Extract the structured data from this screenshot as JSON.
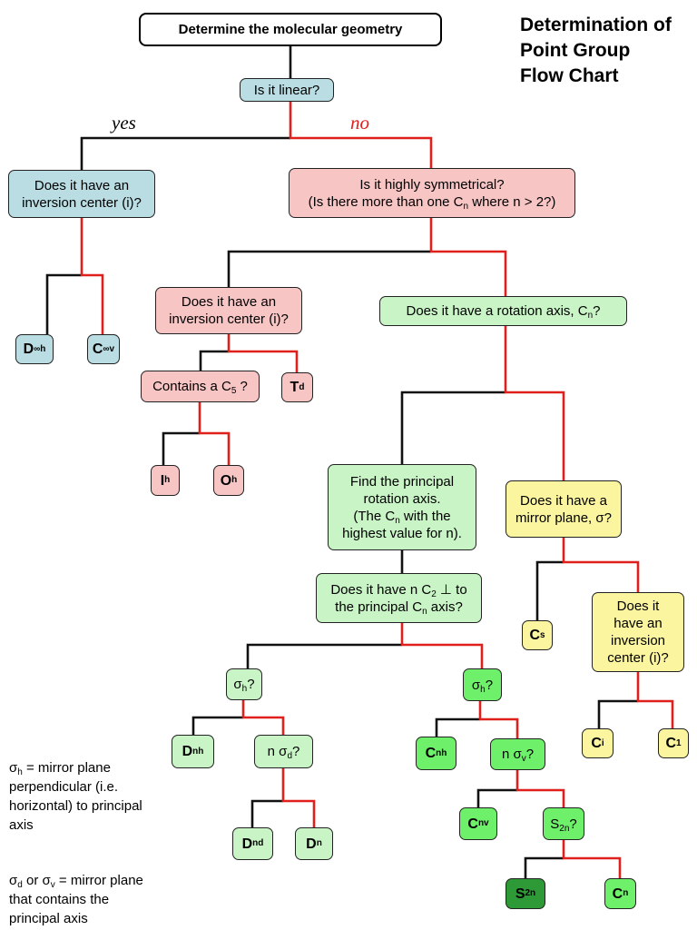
{
  "title": {
    "line1": "Determination of",
    "line2": "Point Group",
    "line3": "Flow Chart"
  },
  "labels": {
    "yes": "yes",
    "no": "no"
  },
  "colors": {
    "yes_line": "#111111",
    "no_line": "#e0201c",
    "blue": "#b9dde3",
    "pink": "#f8c5c5",
    "light_green": "#c9f5c6",
    "green": "#6ff06a",
    "dark_green": "#2e9a37",
    "yellow": "#fbf5a0"
  },
  "nodes": {
    "root": "Determine the molecular geometry",
    "linear": "Is it linear?",
    "inv_linear": "Does it have an inversion center (i)?",
    "d_inf_h": {
      "main": "D",
      "sub": "∞h"
    },
    "c_inf_v": {
      "main": "C",
      "sub": "∞v"
    },
    "highsym": {
      "line1": "Is it highly symmetrical?",
      "line2_pre": "(Is there more than one C",
      "line2_sub": "n",
      "line2_post": " where n > 2?)"
    },
    "inv_high": "Does it have an inversion center (i)?",
    "c5": {
      "pre": "Contains a C",
      "sub": "5",
      "post": " ?"
    },
    "td": {
      "main": "T",
      "sub": "d"
    },
    "ih": {
      "main": "I",
      "sub": "h"
    },
    "oh": {
      "main": "O",
      "sub": "h"
    },
    "rot": {
      "pre": "Does it have a rotation axis, C",
      "sub": "n",
      "post": "?"
    },
    "principal": {
      "line1": "Find the principal rotation axis.",
      "line2_pre": "(The C",
      "line2_sub": "n",
      "line2_post": " with the highest value for n)."
    },
    "mirror": {
      "line1": "Does it have a mirror plane, σ?"
    },
    "nc2": {
      "pre": "Does it have n C",
      "sub": "2",
      "mid": " ⊥ to the principal C",
      "sub2": "n",
      "post": " axis?"
    },
    "cs": {
      "main": "C",
      "sub": "s"
    },
    "inv_low": "Does it have an inversion center (i)?",
    "ci": {
      "main": "C",
      "sub": "i"
    },
    "c1": {
      "main": "C",
      "sub": "1"
    },
    "sh_left": {
      "pre": "σ",
      "sub": "h",
      "post": "?"
    },
    "sh_right": {
      "pre": "σ",
      "sub": "h",
      "post": "?"
    },
    "dnh": {
      "main": "D",
      "sub": "nh"
    },
    "nsd": {
      "pre": "n σ",
      "sub": "d",
      "post": "?"
    },
    "dnd": {
      "main": "D",
      "sub": "nd"
    },
    "dn": {
      "main": "D",
      "sub": "n"
    },
    "cnh": {
      "main": "C",
      "sub": "nh"
    },
    "nsv": {
      "pre": "n σ",
      "sub": "v",
      "post": "?"
    },
    "cnv": {
      "main": "C",
      "sub": "nv"
    },
    "s2n_q": {
      "pre": "S",
      "sub": "2n",
      "post": "?"
    },
    "s2n": {
      "main": "S",
      "sub": "2n"
    },
    "cn": {
      "main": "C",
      "sub": "n"
    }
  },
  "notes": {
    "sigma_h": {
      "sym": "σ",
      "sub": "h",
      "text": " = mirror plane perpendicular (i.e. horizontal) to principal axis"
    },
    "sigma_dv": {
      "sym": "σ",
      "sub": "d",
      "mid": " or σ",
      "sub2": "v",
      "text": " = mirror plane that contains the principal axis"
    }
  }
}
